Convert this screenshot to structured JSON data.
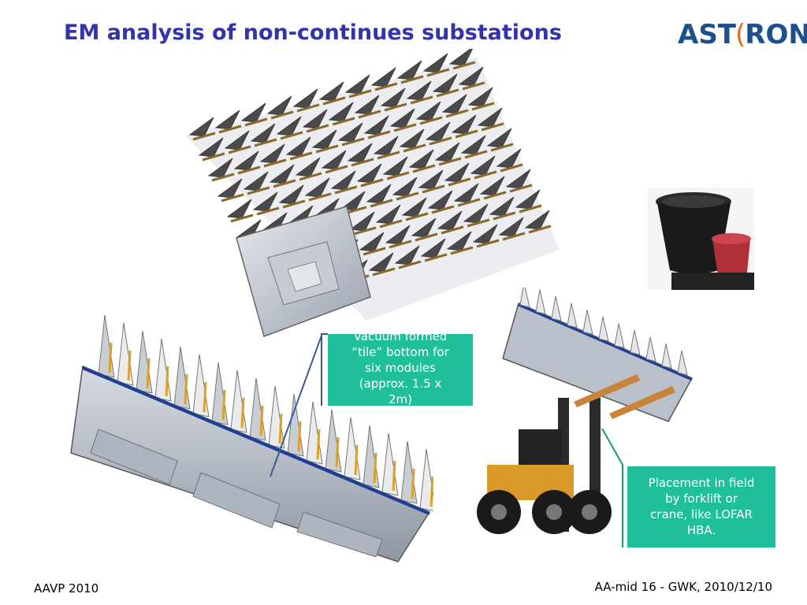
{
  "slide": {
    "title": "EM analysis of non-continues substations",
    "logo": {
      "prefix": "AST",
      "bracket": "(",
      "suffix": "RON"
    },
    "callouts": {
      "tile": {
        "lines": [
          "Vacuum formed",
          "“tile” bottom for",
          "six modules",
          "(approx. 1.5 x",
          "2m)"
        ]
      },
      "placement": {
        "lines": [
          "Placement in field",
          "by forklift or",
          "crane, like LOFAR",
          "HBA."
        ]
      }
    },
    "footer": {
      "left": "AAVP 2010",
      "right": "AA-mid 16 - GWK, 2010/12/10"
    }
  },
  "colors": {
    "title": "#3333aa",
    "callout_bg": "#1fbf9a",
    "logo_blue": "#1c4f8c",
    "logo_orange": "#e07020"
  }
}
